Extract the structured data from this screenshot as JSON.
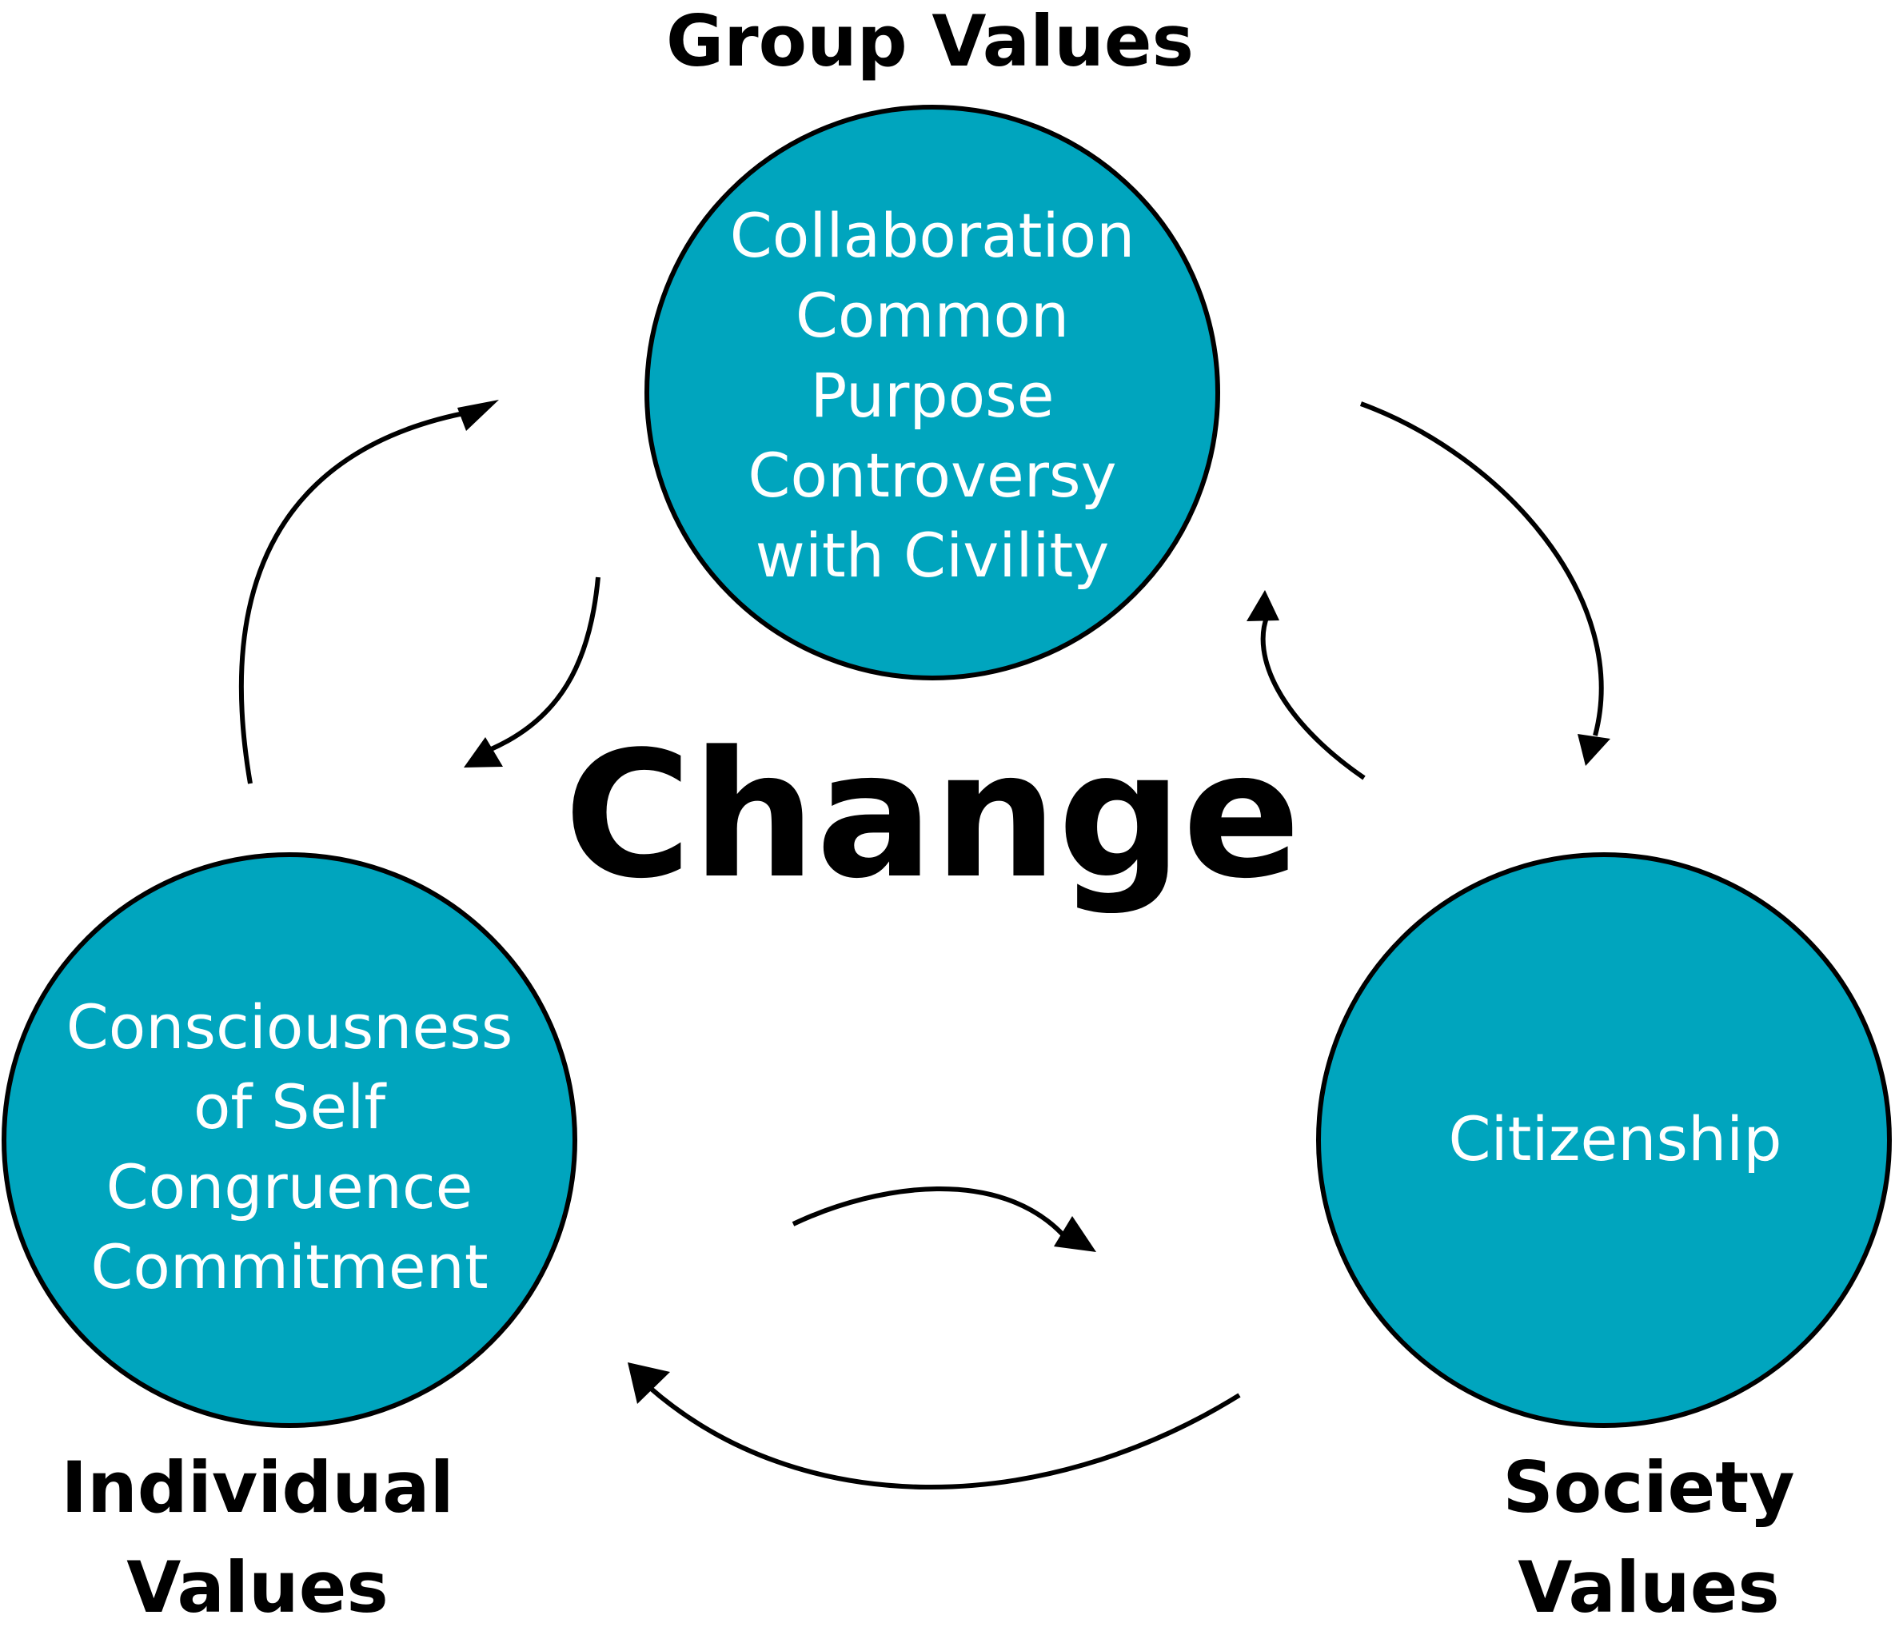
{
  "diagram": {
    "center_label": "Change",
    "colors": {
      "circle_fill": "#00A5BE",
      "circle_stroke": "#000000",
      "arrow": "#000000",
      "text_on_circle": "#ffffff",
      "heading_text": "#000000"
    },
    "nodes": [
      {
        "id": "group",
        "heading_lines": [
          "Group Values"
        ],
        "items": [
          "Collaboration",
          "Common",
          "Purpose",
          "Controversy",
          "with Civility"
        ]
      },
      {
        "id": "individual",
        "heading_lines": [
          "Individual",
          "Values"
        ],
        "items": [
          "Consciousness",
          "of Self",
          "Congruence",
          "Commitment"
        ]
      },
      {
        "id": "society",
        "heading_lines": [
          "Society",
          "Values"
        ],
        "items": [
          "Citizenship"
        ]
      }
    ],
    "edges": [
      {
        "from": "individual",
        "to": "group"
      },
      {
        "from": "group",
        "to": "individual"
      },
      {
        "from": "group",
        "to": "society"
      },
      {
        "from": "society",
        "to": "group"
      },
      {
        "from": "individual",
        "to": "society"
      },
      {
        "from": "society",
        "to": "individual"
      }
    ]
  }
}
